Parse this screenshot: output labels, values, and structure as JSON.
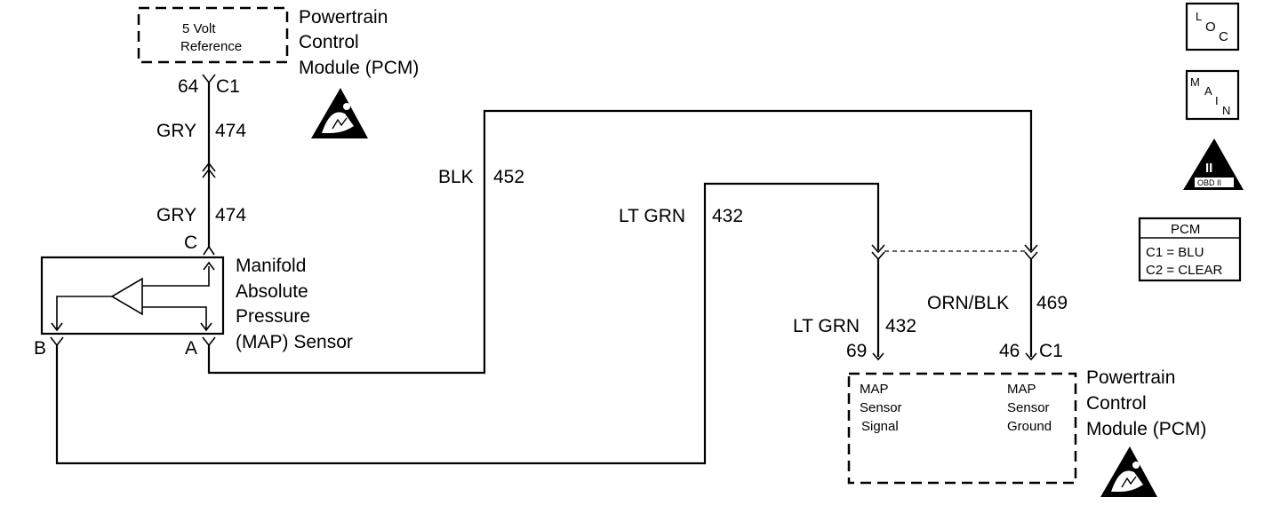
{
  "top_pcm": {
    "ref_label_1": "5 Volt",
    "ref_label_2": "Reference",
    "name_1": "Powertrain",
    "name_2": "Control",
    "name_3": "Module (PCM)",
    "pin": "64",
    "connector": "C1"
  },
  "wire_upper": {
    "color": "GRY",
    "circuit": "474"
  },
  "wire_lower": {
    "color": "GRY",
    "circuit": "474"
  },
  "sensor": {
    "terminal_c": "C",
    "terminal_a": "A",
    "terminal_b": "B",
    "name_1": "Manifold",
    "name_2": "Absolute",
    "name_3": "Pressure",
    "name_4": "(MAP) Sensor"
  },
  "wire_blk": {
    "color": "BLK",
    "circuit": "452"
  },
  "wire_ltgrn_top": {
    "color": "LT GRN",
    "circuit": "432"
  },
  "wire_ltgrn_bottom": {
    "color": "LT GRN",
    "circuit": "432"
  },
  "wire_ornblk": {
    "color": "ORN/BLK",
    "circuit": "469"
  },
  "bottom_pcm": {
    "pin_signal": "69",
    "pin_ground": "46",
    "connector": "C1",
    "signal_1": "MAP",
    "signal_2": "Sensor",
    "signal_3": "Signal",
    "ground_1": "MAP",
    "ground_2": "Sensor",
    "ground_3": "Ground",
    "name_1": "Powertrain",
    "name_2": "Control",
    "name_3": "Module (PCM)"
  },
  "icons": {
    "loc_1": "L",
    "loc_2": "O",
    "loc_3": "C",
    "main_1": "M",
    "main_2": "A",
    "main_3": "I",
    "main_4": "N",
    "obd_1": "II",
    "obd_2": "OBD II"
  },
  "legend": {
    "title": "PCM",
    "row_1": "C1 = BLU",
    "row_2": "C2 = CLEAR"
  }
}
